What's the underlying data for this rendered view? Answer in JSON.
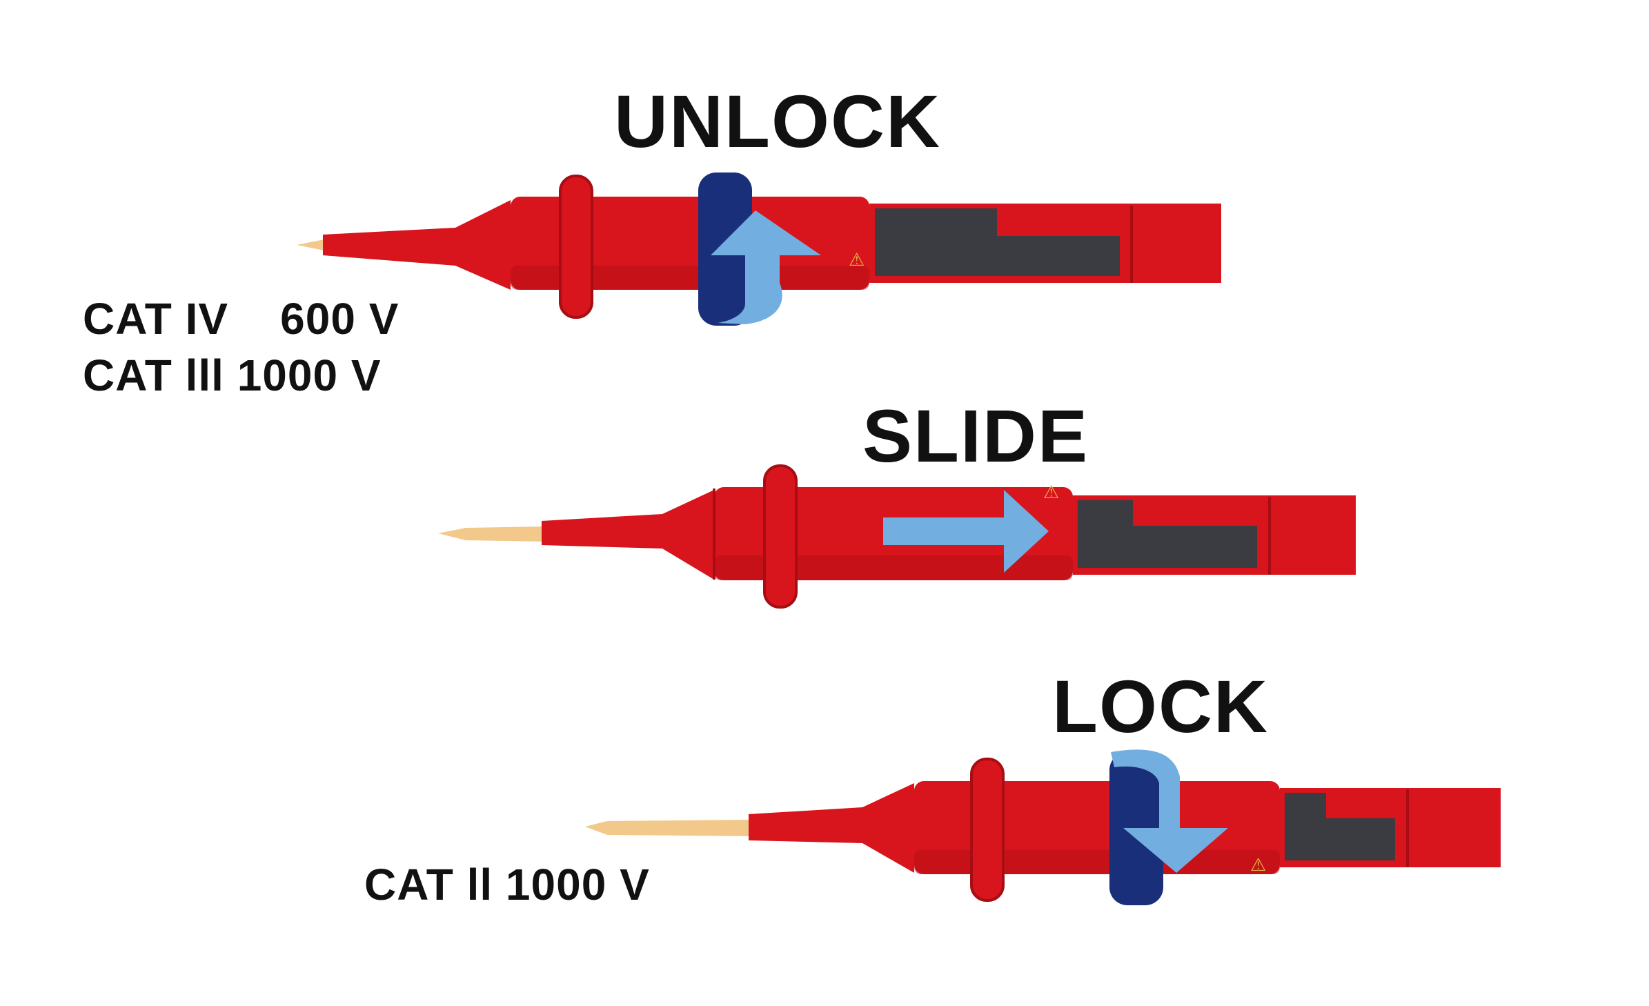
{
  "steps": {
    "unlock": "UNLOCK",
    "slide": "SLIDE",
    "lock": "LOCK"
  },
  "ratings": {
    "line1": "CAT IV    600 V",
    "line2": "CAT lll 1000 V",
    "line3": "CAT ll 1000 V"
  },
  "colors": {
    "probe_red": "#d8141c",
    "probe_shade": "#a70d12",
    "tip_gold": "#f2c98a",
    "window_dark": "#33333a",
    "arrow_light_blue": "#72aee0",
    "band_dark_blue": "#1a2f7a"
  },
  "icons": {
    "rotate_up": "rotate-counterclockwise-arrow-icon",
    "slide_right": "arrow-right-icon",
    "rotate_down": "rotate-clockwise-arrow-icon"
  }
}
